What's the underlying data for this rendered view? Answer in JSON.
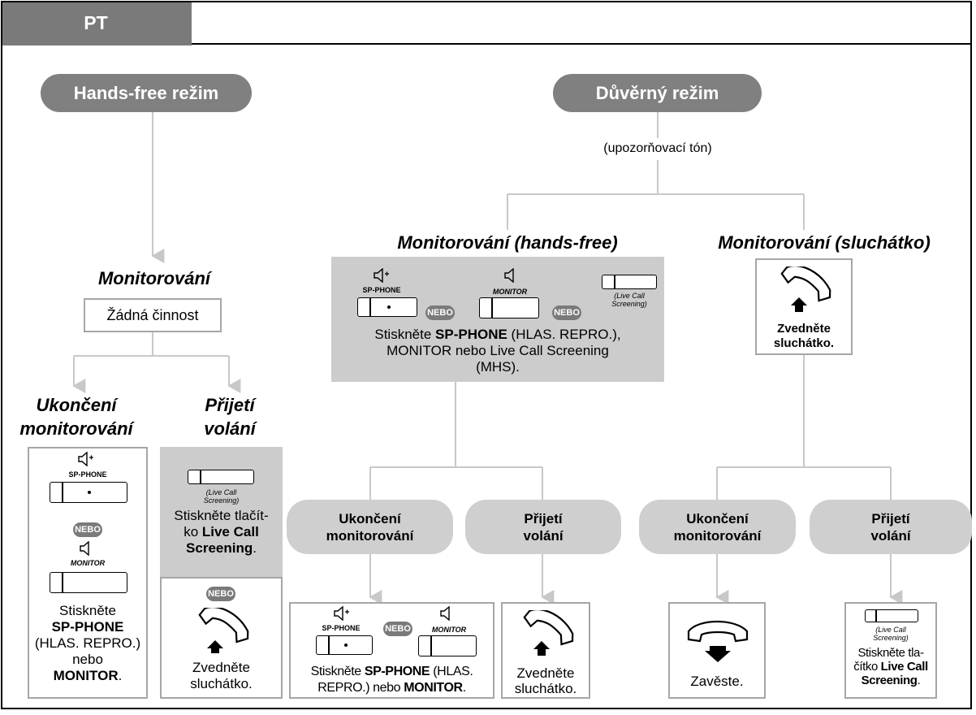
{
  "tab": "PT",
  "left": {
    "mode": "Hands-free režim",
    "monitoring": "Monitorování",
    "no_action": "Žádná činnost",
    "end": {
      "title1": "Ukončení",
      "title2": "monitorování",
      "sp_phone": "SP-PHONE",
      "nebo": "NEBO",
      "monitor": "MONITOR",
      "t1": "Stiskněte",
      "t2": "SP-PHONE",
      "t3": "(HLAS. REPRO.)",
      "t4": "nebo",
      "t5": "MONITOR",
      "t6": "."
    },
    "accept": {
      "title1": "Přijetí",
      "title2": "volání",
      "lcs1": "(Live Call",
      "lcs2": "Screening)",
      "t1": "Stiskněte tlačít-",
      "t2": "ko ",
      "t3": "Live Call",
      "t4": "Screening",
      "t5": ".",
      "nebo": "NEBO",
      "lift1": "Zvedněte",
      "lift2": "sluchátko."
    }
  },
  "right": {
    "mode": "Důvěrný režim",
    "tone": "(upozorňovací tón)",
    "hf": {
      "title": "Monitorování (hands-free)",
      "sp_phone": "SP-PHONE",
      "monitor": "MONITOR",
      "nebo": "NEBO",
      "lcs1": "(Live Call",
      "lcs2": "Screening)",
      "t1": "Stiskněte ",
      "t2": "SP-PHONE",
      "t3": " (HLAS. REPRO.),",
      "t4": "MONITOR nebo Live Call Screening",
      "t5": "(MHS)."
    },
    "handset": {
      "title": "Monitorování (sluchátko)",
      "lift1": "Zvedněte",
      "lift2": "sluchátko."
    },
    "b1": {
      "p1": "Ukončení",
      "p2": "monitorování",
      "sp_phone": "SP-PHONE",
      "nebo": "NEBO",
      "monitor": "MONITOR",
      "t1": "Stiskněte ",
      "t2": "SP-PHONE",
      "t3": " (HLAS.",
      "t4": "REPRO.) nebo ",
      "t5": "MONITOR",
      "t6": "."
    },
    "b2": {
      "p1": "Přijetí",
      "p2": "volání",
      "lift1": "Zvedněte",
      "lift2": "sluchátko."
    },
    "b3": {
      "p1": "Ukončení",
      "p2": "monitorování",
      "hang": "Zavěste."
    },
    "b4": {
      "p1": "Přijetí",
      "p2": "volání",
      "lcs1": "(Live Call",
      "lcs2": "Screening)",
      "t1": "Stiskněte tla-",
      "t2": "čítko ",
      "t3": "Live Call",
      "t4": "Screening",
      "t5": "."
    }
  }
}
